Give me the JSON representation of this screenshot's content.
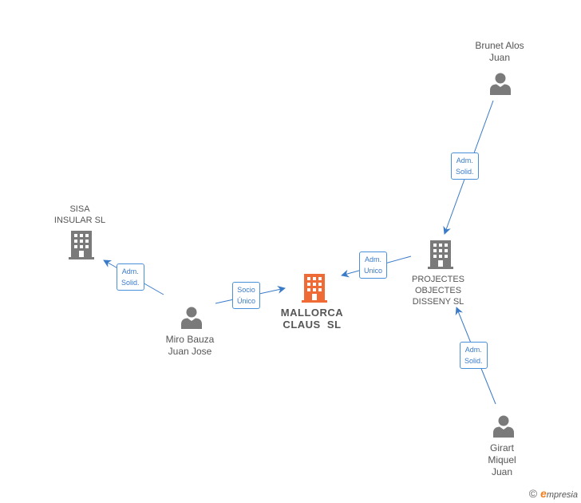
{
  "colors": {
    "edge": "#3a7bc8",
    "company_icon": "#7a7a7a",
    "main_company_icon": "#f06a35",
    "person_icon": "#7a7a7a"
  },
  "nodes": {
    "brunet": {
      "type": "person",
      "lines": [
        "Brunet Alos",
        "Juan"
      ]
    },
    "projectes": {
      "type": "company",
      "lines": [
        "PROJECTES",
        "OBJECTES",
        "DISSENY SL"
      ]
    },
    "mallorca": {
      "type": "main-company",
      "lines": [
        "MALLORCA",
        "CLAUS  SL"
      ]
    },
    "sisa": {
      "type": "company",
      "lines": [
        "SISA",
        "INSULAR SL"
      ]
    },
    "miro": {
      "type": "person",
      "lines": [
        "Miro Bauza",
        "Juan Jose"
      ]
    },
    "girart": {
      "type": "person",
      "lines": [
        "Girart",
        "Miquel",
        "Juan"
      ]
    }
  },
  "edges": [
    {
      "id": "brunet-projectes",
      "lines": [
        "Adm.",
        "Solid."
      ]
    },
    {
      "id": "projectes-mallorca",
      "lines": [
        "Adm.",
        "Unico"
      ]
    },
    {
      "id": "miro-mallorca",
      "lines": [
        "Socio",
        "Único"
      ]
    },
    {
      "id": "miro-sisa",
      "lines": [
        "Adm.",
        "Solid."
      ]
    },
    {
      "id": "girart-projectes",
      "lines": [
        "Adm.",
        "Solid."
      ]
    }
  ],
  "watermark": {
    "copyright": "©",
    "brand_initial": "e",
    "brand_rest": "mpresia"
  }
}
